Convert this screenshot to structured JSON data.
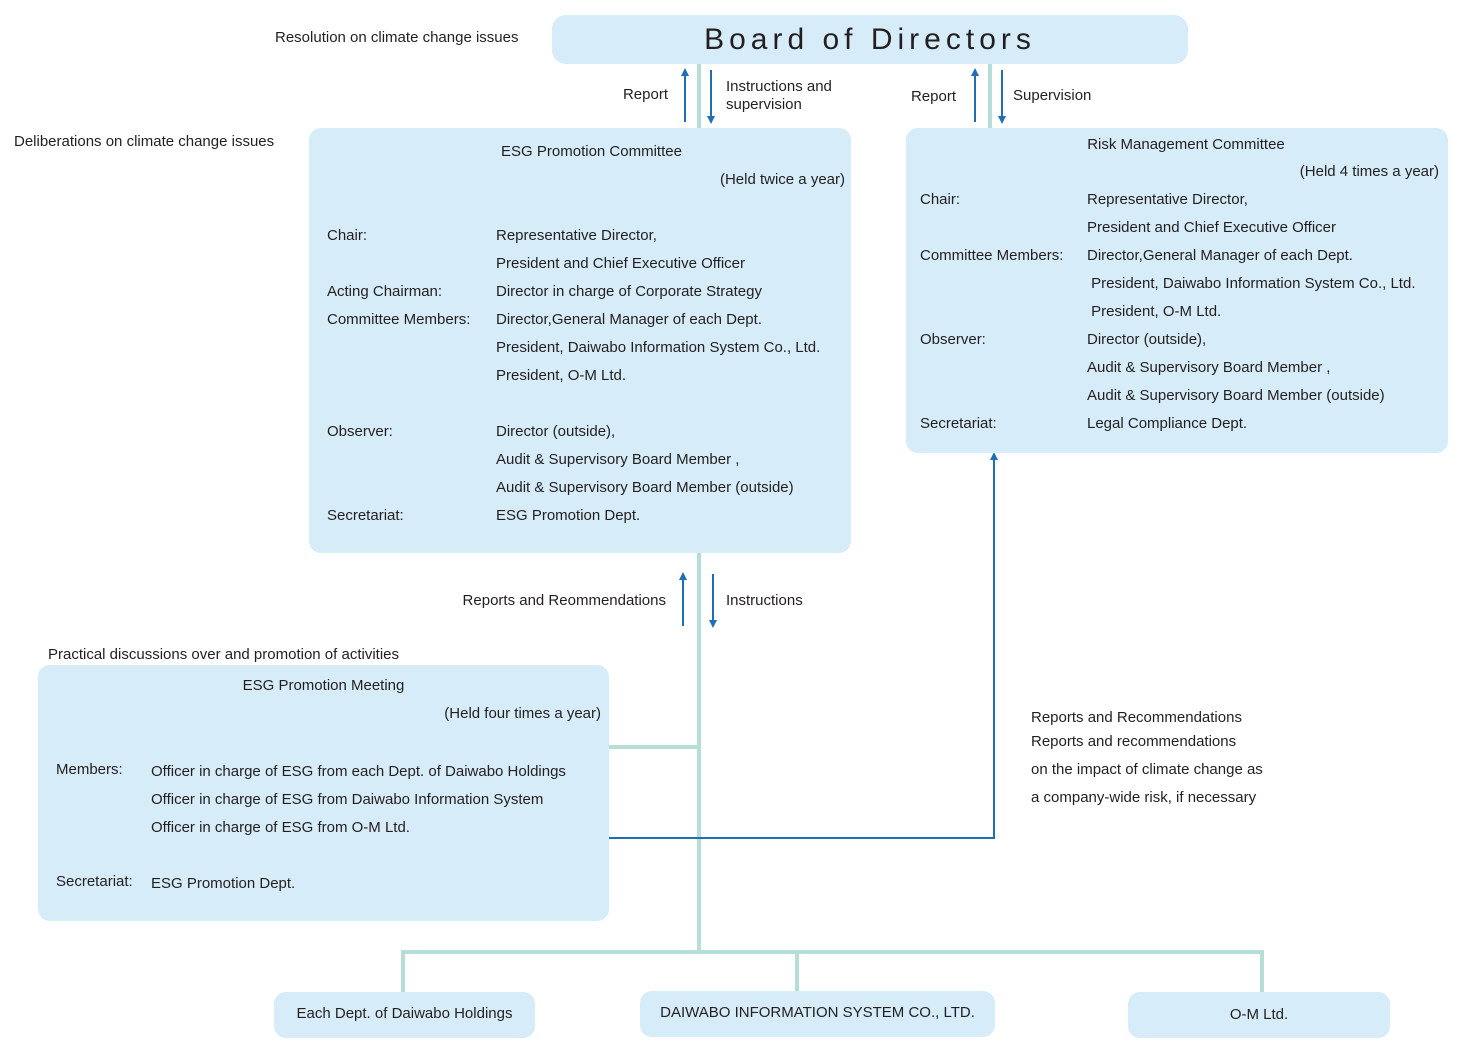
{
  "board": {
    "title": "Board of Directors",
    "side_label": "Resolution on climate change issues"
  },
  "esg_committee": {
    "side_label": "Deliberations on climate change issues",
    "title": "ESG Promotion Committee",
    "frequency": "(Held twice a year)",
    "rows": [
      {
        "label": "Chair:",
        "value": "Representative Director,"
      },
      {
        "label": "",
        "value": "President and Chief Executive Officer"
      },
      {
        "label": "Acting Chairman:",
        "value": "Director in charge of Corporate Strategy"
      },
      {
        "label": "Committee Members:",
        "value": "Director,General Manager of each Dept."
      },
      {
        "label": "",
        "value": "President, Daiwabo Information System Co., Ltd."
      },
      {
        "label": "",
        "value": "President, O-M Ltd."
      },
      {
        "label": "Observer:",
        "value": "Director (outside),"
      },
      {
        "label": "",
        "value": "Audit & Supervisory Board Member ,"
      },
      {
        "label": "",
        "value": "Audit & Supervisory Board Member (outside)"
      },
      {
        "label": "Secretariat:",
        "value": "ESG Promotion Dept."
      }
    ]
  },
  "risk_committee": {
    "title": "Risk Management Committee",
    "frequency": "(Held  4 times a year)",
    "rows": [
      {
        "label": "Chair:",
        "value": "Representative Director,"
      },
      {
        "label": "",
        "value": "President and Chief Executive Officer"
      },
      {
        "label": "Committee Members:",
        "value": "Director,General Manager of each Dept."
      },
      {
        "label": "",
        "value": " President, Daiwabo Information System Co., Ltd."
      },
      {
        "label": "",
        "value": " President, O-M Ltd."
      },
      {
        "label": "Observer:",
        "value": "Director (outside),"
      },
      {
        "label": "",
        "value": "Audit & Supervisory Board Member ,"
      },
      {
        "label": "",
        "value": "Audit & Supervisory Board Member (outside)"
      },
      {
        "label": "Secretariat:",
        "value": "Legal Compliance Dept."
      }
    ]
  },
  "esg_meeting": {
    "side_label": "Practical discussions over and promotion of activities",
    "title": "ESG Promotion Meeting",
    "frequency": "(Held four times a year)",
    "members_label": "Members:",
    "members": [
      "Officer in charge of ESG from each Dept. of Daiwabo Holdings",
      "Officer in charge of ESG from Daiwabo Information System",
      "Officer in charge of ESG from O-M Ltd."
    ],
    "secretariat_label": "Secretariat:",
    "secretariat_value": "ESG Promotion Dept."
  },
  "arrows": {
    "report_1": "Report",
    "instructions_supervision": "Instructions and\nsupervision",
    "report_2": "Report",
    "supervision": "Supervision",
    "reports_reommendations": "Reports and Reommendations",
    "instructions": "Instructions"
  },
  "risk_note": {
    "title": "Reports and Recommendations",
    "lines": [
      "Reports and recommendations",
      "on the impact of climate change as",
      "a company-wide risk, if  necessary"
    ]
  },
  "entities": [
    "Each Dept. of Daiwabo Holdings",
    "DAIWABO INFORMATION SYSTEM  CO., LTD.",
    "O-M Ltd."
  ],
  "colors": {
    "box_fill": "#d6ecf8",
    "connector": "#b5ded9",
    "arrow": "#1f6fb2",
    "text": "#231f20"
  }
}
